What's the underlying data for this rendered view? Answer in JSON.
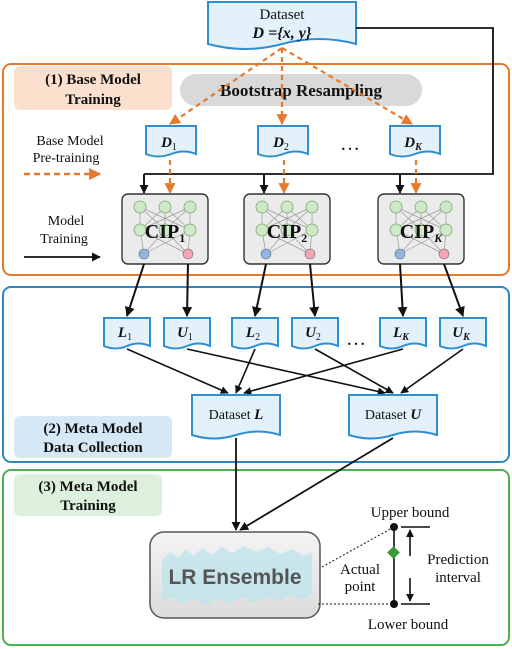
{
  "dataset_top": {
    "line1": "Dataset",
    "line2": "D ={x, y}"
  },
  "section1": {
    "label_line1": "(1) Base Model",
    "label_line2": "Training",
    "bootstrap": "Bootstrap Resampling",
    "pretrain_line1": "Base Model",
    "pretrain_line2": "Pre-training",
    "train_line1": "Model",
    "train_line2": "Training",
    "subsets": [
      {
        "sym": "D",
        "sub": "1"
      },
      {
        "sym": "D",
        "sub": "2"
      },
      {
        "sym": "D",
        "sub": "K"
      }
    ],
    "ellipsis": "…",
    "models": [
      {
        "name": "CIP",
        "sub": "1"
      },
      {
        "name": "CIP",
        "sub": "2"
      },
      {
        "name": "CIP",
        "sub": "K"
      }
    ]
  },
  "section2": {
    "label_line1": "(2) Meta Model",
    "label_line2": "Data Collection",
    "outputs": [
      {
        "sym": "L",
        "sub": "1"
      },
      {
        "sym": "U",
        "sub": "1"
      },
      {
        "sym": "L",
        "sub": "2"
      },
      {
        "sym": "U",
        "sub": "2"
      },
      {
        "sym": "L",
        "sub": "K"
      },
      {
        "sym": "U",
        "sub": "K"
      }
    ],
    "ellipsis": "…",
    "dataset_L": {
      "text": "Dataset",
      "sym": "L"
    },
    "dataset_U": {
      "text": "Dataset",
      "sym": "U"
    }
  },
  "section3": {
    "label_line1": "(3) Meta Model",
    "label_line2": "Training",
    "ensemble": "LR Ensemble",
    "upper_bound": "Upper bound",
    "lower_bound": "Lower bound",
    "actual_line1": "Actual",
    "actual_line2": "point",
    "interval_line1": "Prediction",
    "interval_line2": "interval"
  },
  "colors": {
    "orange": "#e57a2c",
    "blue": "#2e86c1",
    "green": "#4caf50",
    "doc_fill": "#2f8fce",
    "doc_light": "#e3f1fb",
    "model_fill": "#ebebeb",
    "dark": "#111111",
    "diamond": "#3c9a3c"
  }
}
